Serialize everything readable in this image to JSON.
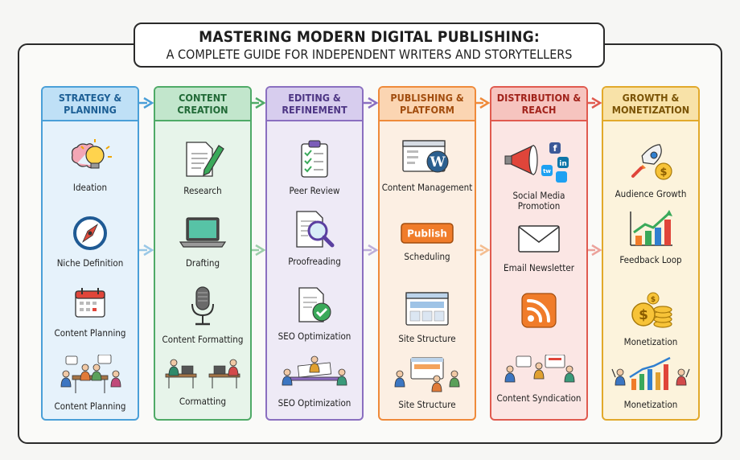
{
  "title": {
    "main": "MASTERING MODERN DIGITAL PUBLISHING:",
    "sub": "A COMPLETE GUIDE FOR INDEPENDENT WRITERS AND STORYTELLERS"
  },
  "columns": [
    {
      "heading": "STRATEGY & PLANNING",
      "colors": {
        "fill": "#e6f2fb",
        "border": "#4a9fd8",
        "head": "#bfe0f6",
        "text": "#1d5f95"
      },
      "items": [
        {
          "label": "Ideation",
          "icon": "brain-lightbulb-icon"
        },
        {
          "label": "Niche Definition",
          "icon": "compass-icon"
        },
        {
          "label": "Content Planning",
          "icon": "calendar-icon"
        },
        {
          "label": "Content Planning",
          "icon": "team-meeting-icon"
        }
      ]
    },
    {
      "heading": "CONTENT CREATION",
      "colors": {
        "fill": "#e7f4ea",
        "border": "#4faa67",
        "head": "#c2e6cc",
        "text": "#226a37"
      },
      "items": [
        {
          "label": "Research",
          "icon": "document-pen-icon"
        },
        {
          "label": "Drafting",
          "icon": "laptop-icon"
        },
        {
          "label": "Content Formatting",
          "icon": "microphone-icon"
        },
        {
          "label": "Cormatting",
          "icon": "writers-at-desks-icon"
        }
      ]
    },
    {
      "heading": "EDITING & REFINEMENT",
      "colors": {
        "fill": "#eeeaf6",
        "border": "#8a6fc0",
        "head": "#d7cdee",
        "text": "#4d3584"
      },
      "items": [
        {
          "label": "Peer Review",
          "icon": "clipboard-checklist-icon"
        },
        {
          "label": "Proofreading",
          "icon": "magnifier-document-icon"
        },
        {
          "label": "SEO Optimization",
          "icon": "document-check-icon"
        },
        {
          "label": "SEO Optimization",
          "icon": "team-review-icon"
        }
      ]
    },
    {
      "heading": "PUBLISHING & PLATFORM",
      "colors": {
        "fill": "#fcefe3",
        "border": "#ef8a3a",
        "head": "#fbd5b2",
        "text": "#a24d0e"
      },
      "items": [
        {
          "label": "Content Management",
          "icon": "wordpress-browser-icon"
        },
        {
          "label": "Scheduling",
          "icon": "publish-button-icon",
          "badge": "Publish"
        },
        {
          "label": "Site Structure",
          "icon": "website-layout-icon"
        },
        {
          "label": "Site Structure",
          "icon": "team-building-site-icon"
        }
      ]
    },
    {
      "heading": "DISTRIBUTION & REACH",
      "colors": {
        "fill": "#fbe6e4",
        "border": "#e05a4f",
        "head": "#f6c4bf",
        "text": "#a1231b"
      },
      "items": [
        {
          "label": "Social Media Promotion",
          "icon": "megaphone-social-icon"
        },
        {
          "label": "Email Newsletter",
          "icon": "envelope-icon"
        },
        {
          "label": "",
          "icon": "rss-feed-icon"
        },
        {
          "label": "Content Syndication",
          "icon": "people-sharing-icon"
        }
      ]
    },
    {
      "heading": "GROWTH & MONETIZATION",
      "colors": {
        "fill": "#fcf3dc",
        "border": "#e2a92b",
        "head": "#f8e2a8",
        "text": "#7a5305"
      },
      "items": [
        {
          "label": "Audience Growth",
          "icon": "rocket-coin-icon"
        },
        {
          "label": "Feedback Loop",
          "icon": "growth-bar-chart-icon"
        },
        {
          "label": "Monetization",
          "icon": "dollar-coins-icon"
        },
        {
          "label": "Monetization",
          "icon": "celebrating-team-icon"
        }
      ]
    }
  ]
}
